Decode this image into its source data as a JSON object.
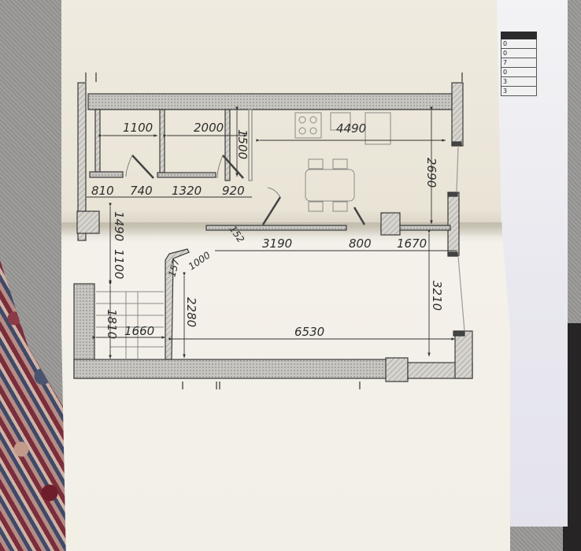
{
  "scene": {
    "description": "Photo of a printed apartment floor plan on paper lying on a carpet",
    "colors": {
      "paper": "#efebe0",
      "ink": "#3a3a3a",
      "wall_fill": "#bdbdb8",
      "background_carpet": "#9a9896"
    }
  },
  "back_sheet": {
    "legend_rows": [
      "0",
      "0",
      "7",
      "0",
      "3",
      "3"
    ]
  },
  "floor_plan": {
    "top_section": {
      "dimensions_upper_row": [
        "1100",
        "2000",
        "1500",
        "4490"
      ],
      "dimensions_lower_row": [
        "810",
        "740",
        "1320",
        "920"
      ],
      "kitchen_height": "2690"
    },
    "left_side": {
      "vertical_dimensions": [
        "1490",
        "1100",
        "1810"
      ],
      "stair_width": "1660"
    },
    "living_room": {
      "top_dimensions": [
        "3190",
        "800",
        "1670"
      ],
      "width": "6530",
      "height_left": "2280",
      "height_right": "3210",
      "angled_wall": [
        "1000",
        "152",
        "157"
      ]
    }
  }
}
